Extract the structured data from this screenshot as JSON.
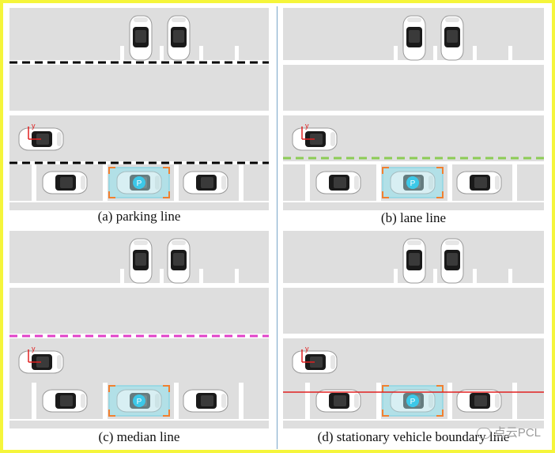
{
  "panels": [
    {
      "key": "a",
      "caption": "(a) parking line",
      "line_color": "#000000",
      "line_style": "dashed",
      "line_position": "both"
    },
    {
      "key": "b",
      "caption": "(b) lane line",
      "line_color": "#8ccc55",
      "line_style": "dashed",
      "line_position": "bottom"
    },
    {
      "key": "c",
      "caption": "(c) median line",
      "line_color": "#e040c8",
      "line_style": "dashed",
      "line_position": "middle"
    },
    {
      "key": "d",
      "caption": "(d) stationary vehicle boundary line",
      "line_color": "#e02020",
      "line_style": "solid",
      "line_position": "bottom-solid"
    }
  ],
  "parking_marker": "P",
  "axis_label": "y",
  "watermark": "点云PCL",
  "colors": {
    "frame": "#f5f53a",
    "road": "#dedede",
    "divider": "#7aa6c9",
    "slot_highlight": "#4fd0e8",
    "corner": "#f08030",
    "ego_axis": "#e02020"
  }
}
